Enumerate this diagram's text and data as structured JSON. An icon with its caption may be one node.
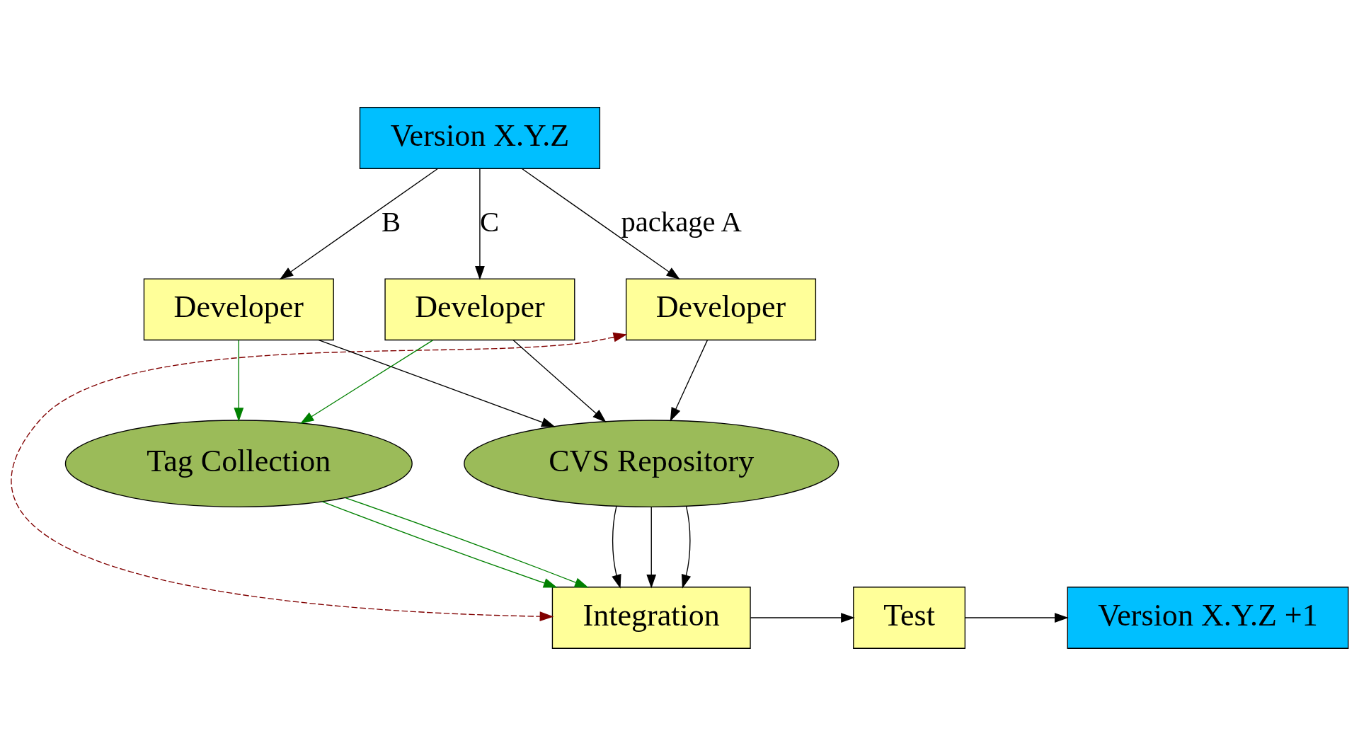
{
  "diagram": {
    "nodes": [
      {
        "text": [
          "Version X.Y.Z"
        ]
      },
      {
        "text": [
          "Developer"
        ]
      },
      {
        "text": [
          "Developer"
        ]
      },
      {
        "text": [
          "Developer"
        ]
      },
      {
        "text": [
          "CVS Repository"
        ]
      },
      {
        "text": [
          "Tag Collection"
        ]
      },
      {
        "text": [
          "Integration"
        ]
      },
      {
        "text": [
          "Test"
        ]
      },
      {
        "text": [
          "Version X.Y.Z +1"
        ]
      }
    ],
    "edges": [
      {
        "from": 0,
        "to": 1,
        "arrow": "to",
        "label": "package A"
      },
      {
        "from": 0,
        "to": 2,
        "arrow": "to",
        "label": "B"
      },
      {
        "from": 0,
        "to": 3,
        "arrow": "to",
        "label": "C"
      },
      {
        "from": 1,
        "to": 4,
        "arrow": "to"
      },
      {
        "from": 2,
        "to": 4,
        "arrow": "to"
      },
      {
        "from": 2,
        "to": 5,
        "arrow": "to",
        "color": "#008000"
      },
      {
        "from": 3,
        "to": 4,
        "arrow": "to"
      },
      {
        "from": 3,
        "to": 5,
        "arrow": "to",
        "color": "#008000"
      },
      {
        "from": 1,
        "to": 6,
        "arrow": "both",
        "style": "dashed",
        "color": "#800000"
      },
      {
        "from": 4,
        "to": 6,
        "arrow": "to"
      },
      {
        "from": 4,
        "to": 6,
        "arrow": "to"
      },
      {
        "from": 4,
        "to": 6,
        "arrow": "to"
      },
      {
        "from": 5,
        "to": 6,
        "arrow": "to",
        "color": "#008000"
      },
      {
        "from": 5,
        "to": 6,
        "arrow": "to",
        "color": "#008000"
      },
      {
        "from": 6,
        "to": 7,
        "arrow": "to"
      },
      {
        "from": 7,
        "to": 8,
        "arrow": "to"
      }
    ]
  }
}
